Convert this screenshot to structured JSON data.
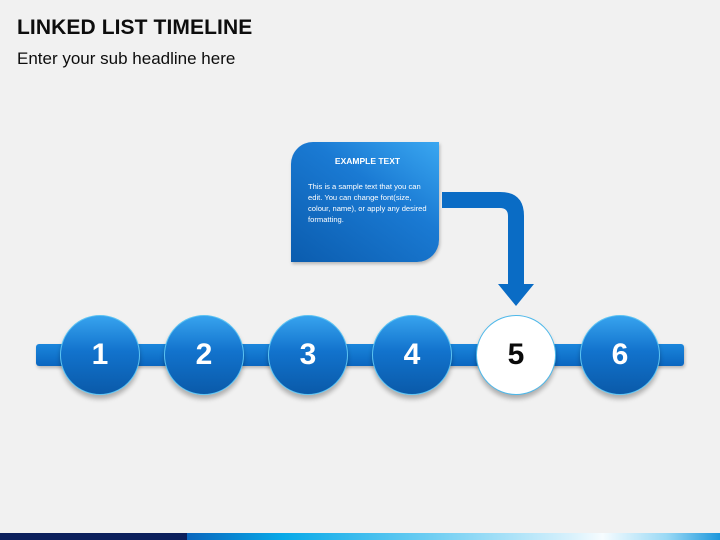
{
  "header": {
    "title": "LINKED LIST TIMELINE",
    "subtitle": "Enter your sub headline here"
  },
  "callout": {
    "title": "EXAMPLE TEXT",
    "body": "This is a sample text that you can edit. You can change font(size, colour, name), or apply any desired formatting.",
    "points_to": "5"
  },
  "timeline": {
    "nodes": [
      {
        "label": "1",
        "active": false
      },
      {
        "label": "2",
        "active": false
      },
      {
        "label": "3",
        "active": false
      },
      {
        "label": "4",
        "active": false
      },
      {
        "label": "5",
        "active": true
      },
      {
        "label": "6",
        "active": false
      }
    ]
  },
  "colors": {
    "primary_blue": "#1273cd",
    "light_blue": "#37a3ee",
    "dark_blue": "#0a5aa9",
    "active_fill": "#ffffff",
    "background": "#f1f1f1",
    "footer_navy": "#0c1f5c"
  }
}
